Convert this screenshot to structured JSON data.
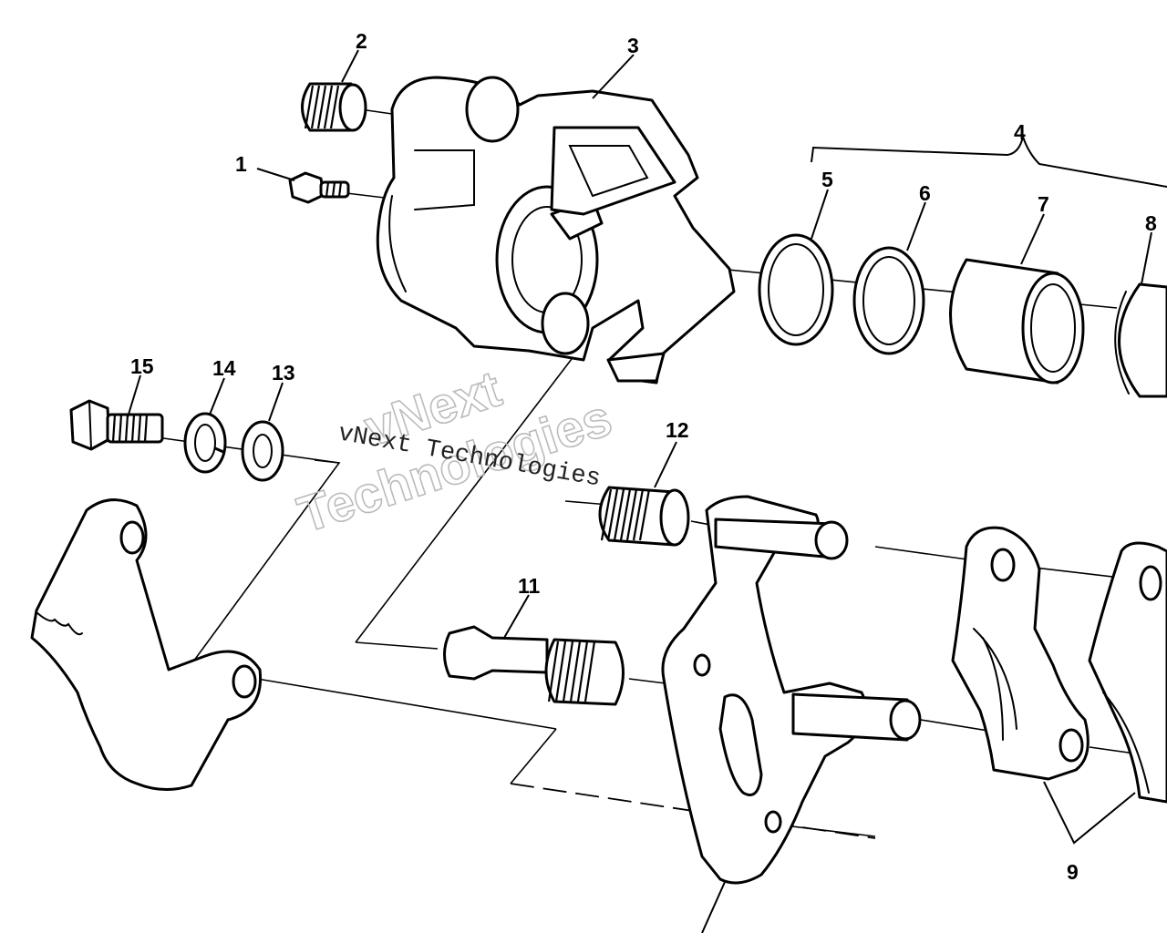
{
  "watermark": {
    "line1": "vNext",
    "line2": "Technologies",
    "caption": "vNext Technologies",
    "color": "#bbbbbb"
  },
  "callouts": [
    "1",
    "2",
    "3",
    "4",
    "5",
    "6",
    "7",
    "8",
    "9",
    "11",
    "12",
    "13",
    "14",
    "15"
  ],
  "colors": {
    "ink": "#000000",
    "paper": "#ffffff"
  }
}
